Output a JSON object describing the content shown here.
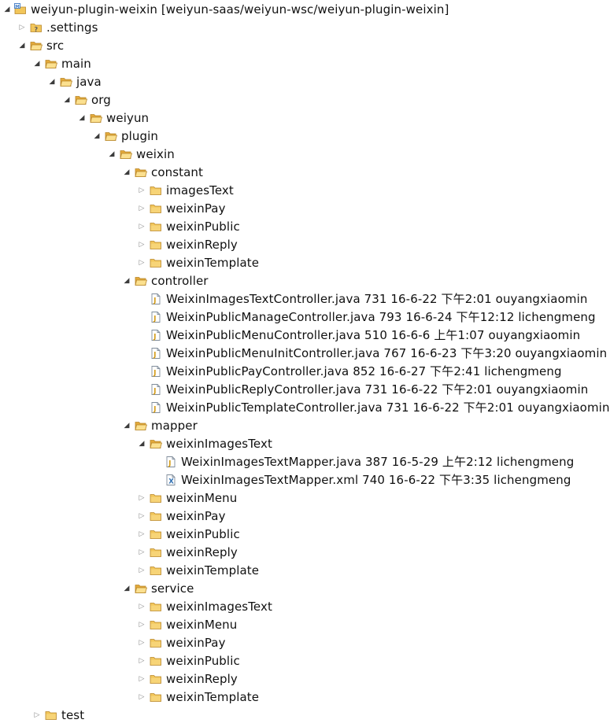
{
  "project_explorer": {
    "project": "weiyun-plugin-weixin [weiyun-saas/weiyun-wsc/weiyun-plugin-weixin]",
    "nodes": [
      {
        "label": "weiyun-plugin-weixin [weiyun-saas/weiyun-wsc/weiyun-plugin-weixin]",
        "depth": 0,
        "type": "project",
        "state": "expanded",
        "name": "project-weiyun-plugin-weixin"
      },
      {
        "label": ".settings",
        "depth": 1,
        "type": "folder-settings",
        "state": "collapsed",
        "name": "folder-settings"
      },
      {
        "label": "src",
        "depth": 1,
        "type": "folder",
        "state": "expanded",
        "name": "folder-src"
      },
      {
        "label": "main",
        "depth": 2,
        "type": "folder",
        "state": "expanded",
        "name": "folder-main"
      },
      {
        "label": "java",
        "depth": 3,
        "type": "folder",
        "state": "expanded",
        "name": "folder-java"
      },
      {
        "label": "org",
        "depth": 4,
        "type": "folder",
        "state": "expanded",
        "name": "folder-org"
      },
      {
        "label": "weiyun",
        "depth": 5,
        "type": "folder",
        "state": "expanded",
        "name": "folder-weiyun"
      },
      {
        "label": "plugin",
        "depth": 6,
        "type": "folder",
        "state": "expanded",
        "name": "folder-plugin"
      },
      {
        "label": "weixin",
        "depth": 7,
        "type": "folder",
        "state": "expanded",
        "name": "folder-weixin"
      },
      {
        "label": "constant",
        "depth": 8,
        "type": "folder",
        "state": "expanded",
        "name": "folder-constant"
      },
      {
        "label": "imagesText",
        "depth": 9,
        "type": "folder",
        "state": "collapsed",
        "name": "folder-constant-imagestext"
      },
      {
        "label": "weixinPay",
        "depth": 9,
        "type": "folder",
        "state": "collapsed",
        "name": "folder-constant-weixinpay"
      },
      {
        "label": "weixinPublic",
        "depth": 9,
        "type": "folder",
        "state": "collapsed",
        "name": "folder-constant-weixinpublic"
      },
      {
        "label": "weixinReply",
        "depth": 9,
        "type": "folder",
        "state": "collapsed",
        "name": "folder-constant-weixinreply"
      },
      {
        "label": "weixinTemplate",
        "depth": 9,
        "type": "folder",
        "state": "collapsed",
        "name": "folder-constant-weixintemplate"
      },
      {
        "label": "controller",
        "depth": 8,
        "type": "folder",
        "state": "expanded",
        "name": "folder-controller"
      },
      {
        "label": "WeixinImagesTextController.java 731  16-6-22 下午2:01  ouyangxiaomin",
        "depth": 9,
        "type": "java",
        "state": "leaf",
        "name": "file-weixinimagestextcontroller"
      },
      {
        "label": "WeixinPublicManageController.java 793  16-6-24 下午12:12  lichengmeng",
        "depth": 9,
        "type": "java",
        "state": "leaf",
        "name": "file-weixinpublicmanagecontroller"
      },
      {
        "label": "WeixinPublicMenuController.java 510  16-6-6 上午1:07  ouyangxiaomin",
        "depth": 9,
        "type": "java",
        "state": "leaf",
        "name": "file-weixinpublicmenucontroller"
      },
      {
        "label": "WeixinPublicMenuInitController.java 767  16-6-23 下午3:20  ouyangxiaomin",
        "depth": 9,
        "type": "java",
        "state": "leaf",
        "name": "file-weixinpublicmenuinitcontroller"
      },
      {
        "label": "WeixinPublicPayController.java 852  16-6-27 下午2:41  lichengmeng",
        "depth": 9,
        "type": "java",
        "state": "leaf",
        "name": "file-weixinpublicpaycontroller"
      },
      {
        "label": "WeixinPublicReplyController.java 731  16-6-22 下午2:01  ouyangxiaomin",
        "depth": 9,
        "type": "java",
        "state": "leaf",
        "name": "file-weixinpublicreplycontroller"
      },
      {
        "label": "WeixinPublicTemplateController.java 731  16-6-22 下午2:01  ouyangxiaomin",
        "depth": 9,
        "type": "java",
        "state": "leaf",
        "name": "file-weixinpublictemplatecontroller"
      },
      {
        "label": "mapper",
        "depth": 8,
        "type": "folder",
        "state": "expanded",
        "name": "folder-mapper"
      },
      {
        "label": "weixinImagesText",
        "depth": 9,
        "type": "folder",
        "state": "expanded",
        "name": "folder-mapper-weixinimagestext"
      },
      {
        "label": "WeixinImagesTextMapper.java 387  16-5-29 上午2:12  lichengmeng",
        "depth": 10,
        "type": "java",
        "state": "leaf",
        "name": "file-weixinimagestextmapper-java"
      },
      {
        "label": "WeixinImagesTextMapper.xml 740  16-6-22 下午3:35  lichengmeng",
        "depth": 10,
        "type": "xml",
        "state": "leaf",
        "name": "file-weixinimagestextmapper-xml"
      },
      {
        "label": "weixinMenu",
        "depth": 9,
        "type": "folder",
        "state": "collapsed",
        "name": "folder-mapper-weixinmenu"
      },
      {
        "label": "weixinPay",
        "depth": 9,
        "type": "folder",
        "state": "collapsed",
        "name": "folder-mapper-weixinpay"
      },
      {
        "label": "weixinPublic",
        "depth": 9,
        "type": "folder",
        "state": "collapsed",
        "name": "folder-mapper-weixinpublic"
      },
      {
        "label": "weixinReply",
        "depth": 9,
        "type": "folder",
        "state": "collapsed",
        "name": "folder-mapper-weixinreply"
      },
      {
        "label": "weixinTemplate",
        "depth": 9,
        "type": "folder",
        "state": "collapsed",
        "name": "folder-mapper-weixintemplate"
      },
      {
        "label": "service",
        "depth": 8,
        "type": "folder",
        "state": "expanded",
        "name": "folder-service"
      },
      {
        "label": "weixinImagesText",
        "depth": 9,
        "type": "folder",
        "state": "collapsed",
        "name": "folder-service-weixinimagestext"
      },
      {
        "label": "weixinMenu",
        "depth": 9,
        "type": "folder",
        "state": "collapsed",
        "name": "folder-service-weixinmenu"
      },
      {
        "label": "weixinPay",
        "depth": 9,
        "type": "folder",
        "state": "collapsed",
        "name": "folder-service-weixinpay"
      },
      {
        "label": "weixinPublic",
        "depth": 9,
        "type": "folder",
        "state": "collapsed",
        "name": "folder-service-weixinpublic"
      },
      {
        "label": "weixinReply",
        "depth": 9,
        "type": "folder",
        "state": "collapsed",
        "name": "folder-service-weixinreply"
      },
      {
        "label": "weixinTemplate",
        "depth": 9,
        "type": "folder",
        "state": "collapsed",
        "name": "folder-service-weixintemplate"
      },
      {
        "label": "test",
        "depth": 2,
        "type": "folder",
        "state": "collapsed",
        "name": "folder-test"
      }
    ]
  },
  "colors": {
    "folder_body": "#f2c65a",
    "folder_tab": "#e3a93a",
    "folder_outline": "#b8862a",
    "folder_open_front": "#fbe08f",
    "java_file_bg": "#ffffff",
    "java_file_border": "#7f8c9a",
    "java_j": "#d39a13",
    "xml_x": "#2f6fb2",
    "project_blue": "#3b78c4"
  }
}
